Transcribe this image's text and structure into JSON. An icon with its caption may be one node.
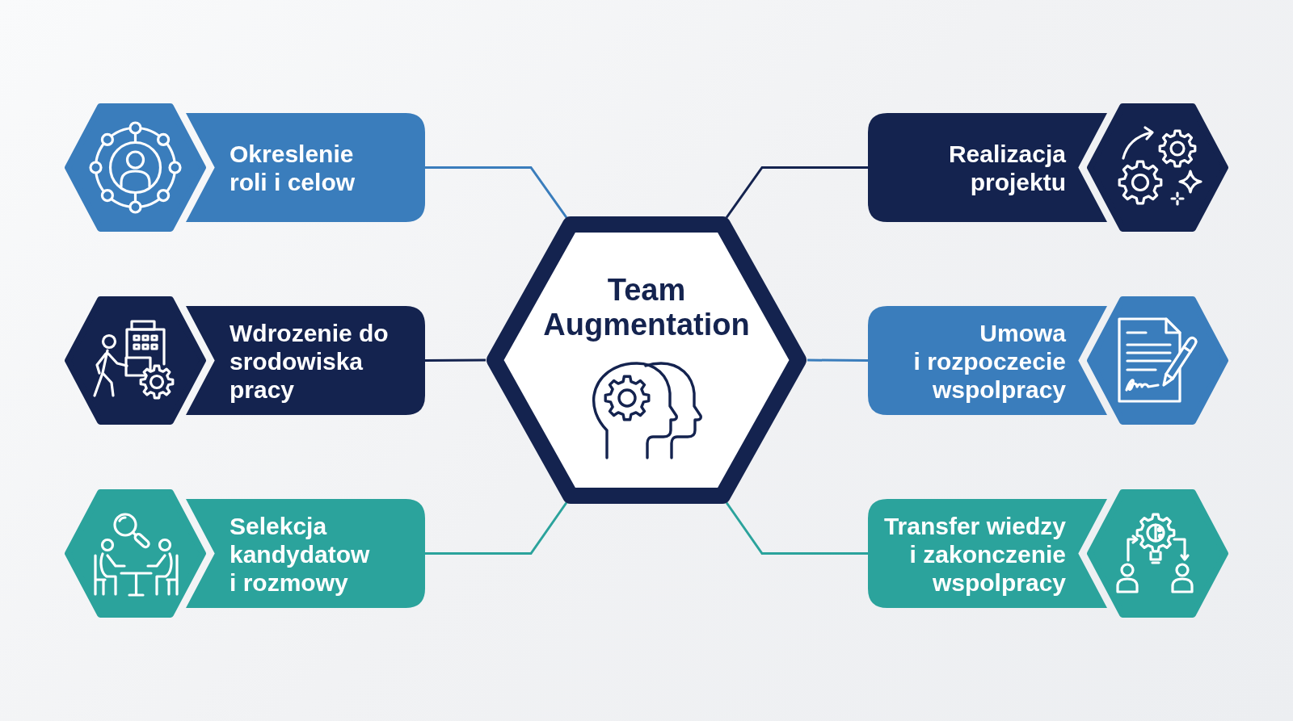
{
  "diagram": {
    "nodes": [
      {
        "text": [
          "Okreslenie roli i celow"
        ]
      },
      {
        "text": [
          "Realizacja projektu"
        ]
      },
      {
        "text": [
          "Team Augmentation"
        ]
      },
      {
        "text": [
          "Wdrozenie do srodowiska pracy"
        ]
      },
      {
        "text": [
          "Umowa i rozpoczecie wspolpracy"
        ]
      },
      {
        "text": [
          "Selekcja kandydatow i rozmowy"
        ]
      },
      {
        "text": [
          "Transfer wiedzy i zakonczenie wspolpracy"
        ]
      }
    ],
    "edges": [
      {
        "from": 2,
        "to": 0,
        "arrow": "none",
        "color": "#3a7dbc"
      },
      {
        "from": 2,
        "to": 1,
        "arrow": "none",
        "color": "#14234f"
      },
      {
        "from": 2,
        "to": 3,
        "arrow": "none",
        "color": "#14234f"
      },
      {
        "from": 2,
        "to": 4,
        "arrow": "none",
        "color": "#3a7dbc"
      },
      {
        "from": 2,
        "to": 5,
        "arrow": "none",
        "color": "#2ba39c"
      },
      {
        "from": 2,
        "to": 6,
        "arrow": "none",
        "color": "#2ba39c"
      }
    ]
  }
}
